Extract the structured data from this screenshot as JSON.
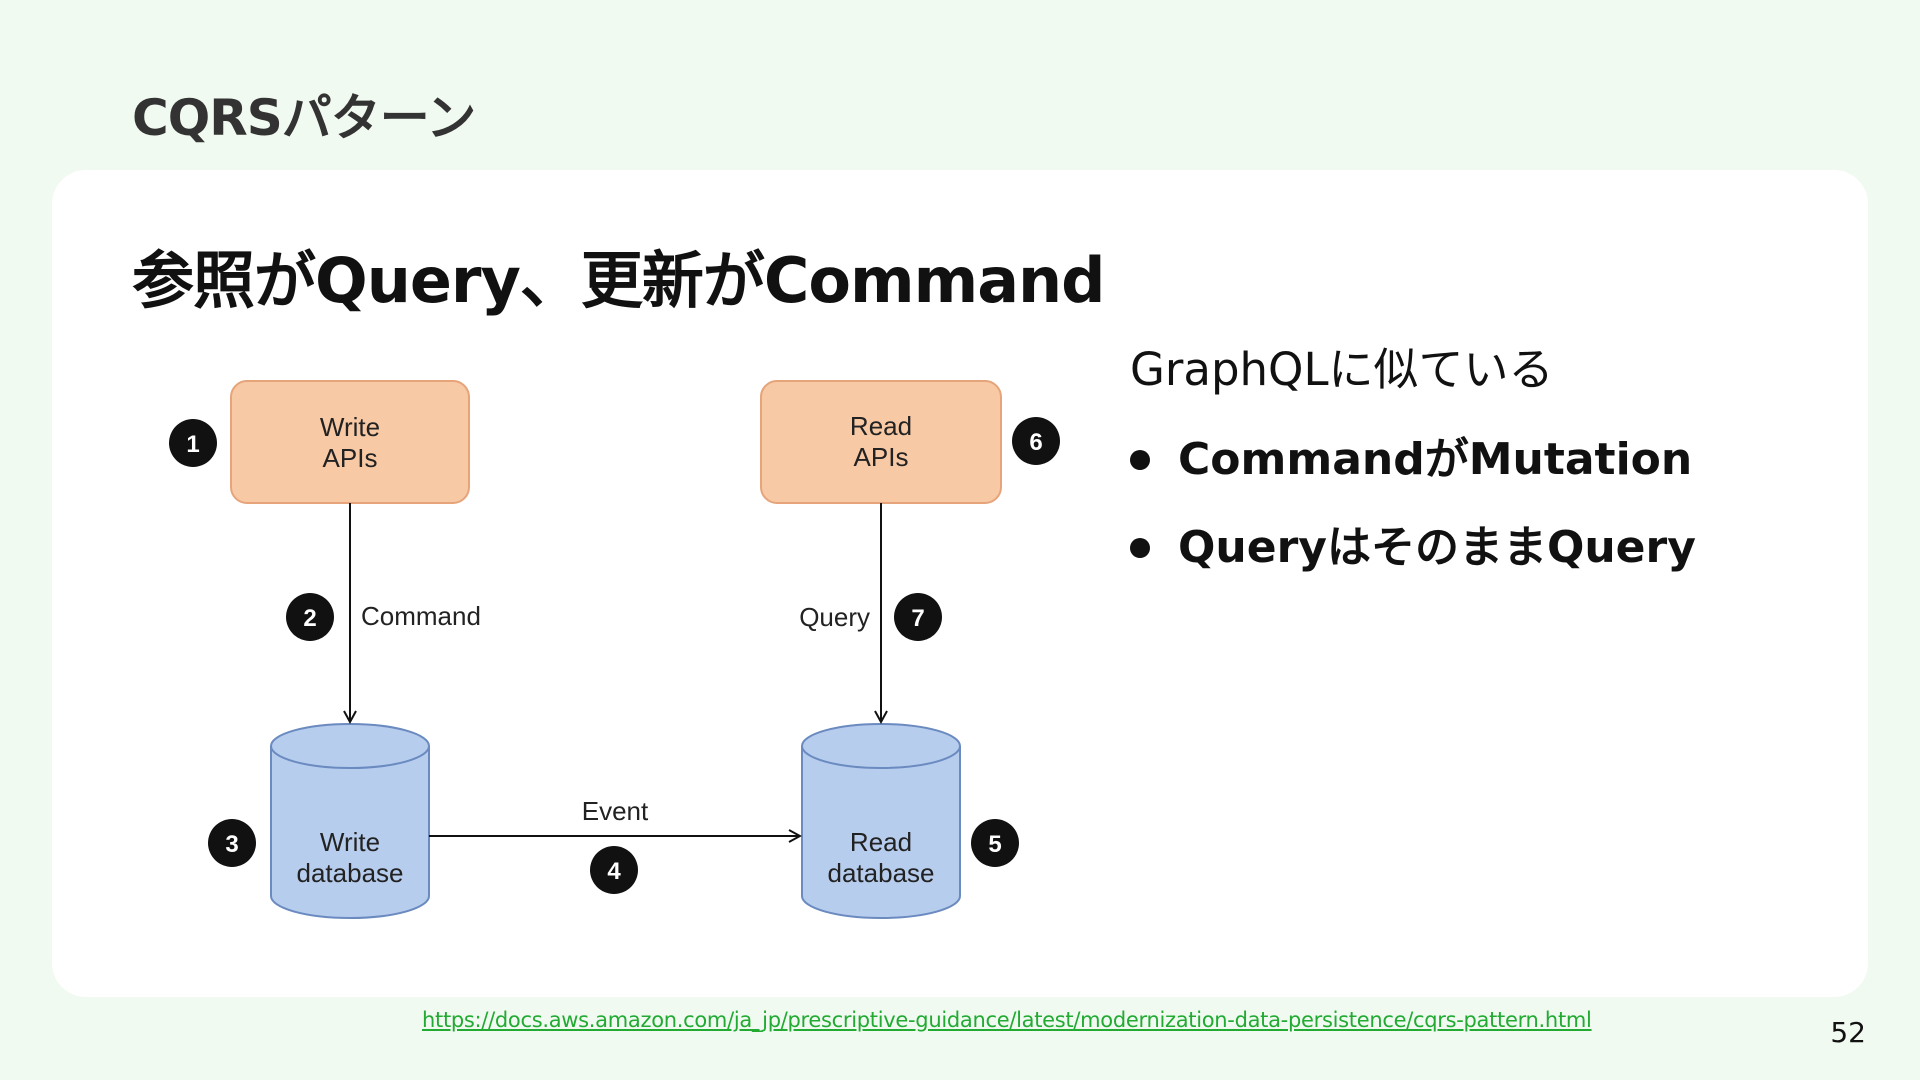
{
  "title": "CQRSパターン",
  "heading": "参照がQuery、更新がCommand",
  "diagram": {
    "nodes": {
      "write_apis": {
        "line1": "Write",
        "line2": "APIs",
        "fill": "#f8c9a5",
        "stroke": "#e6a47a"
      },
      "read_apis": {
        "line1": "Read",
        "line2": "APIs",
        "fill": "#f8c9a5",
        "stroke": "#e6a47a"
      },
      "write_db": {
        "line1": "Write",
        "line2": "database",
        "fill": "#b7cdee",
        "stroke": "#6a8ac0"
      },
      "read_db": {
        "line1": "Read",
        "line2": "database",
        "fill": "#b7cdee",
        "stroke": "#6a8ac0"
      }
    },
    "edges": {
      "command": "Command",
      "query": "Query",
      "event": "Event"
    },
    "badges": [
      "1",
      "2",
      "3",
      "4",
      "5",
      "6",
      "7"
    ]
  },
  "notes": {
    "heading": "GraphQLに似ている",
    "items": [
      "CommandがMutation",
      "QueryはそのままQuery"
    ]
  },
  "source_url": "https://docs.aws.amazon.com/ja_jp/prescriptive-guidance/latest/modernization-data-persistence/cqrs-pattern.html",
  "page_number": "52"
}
